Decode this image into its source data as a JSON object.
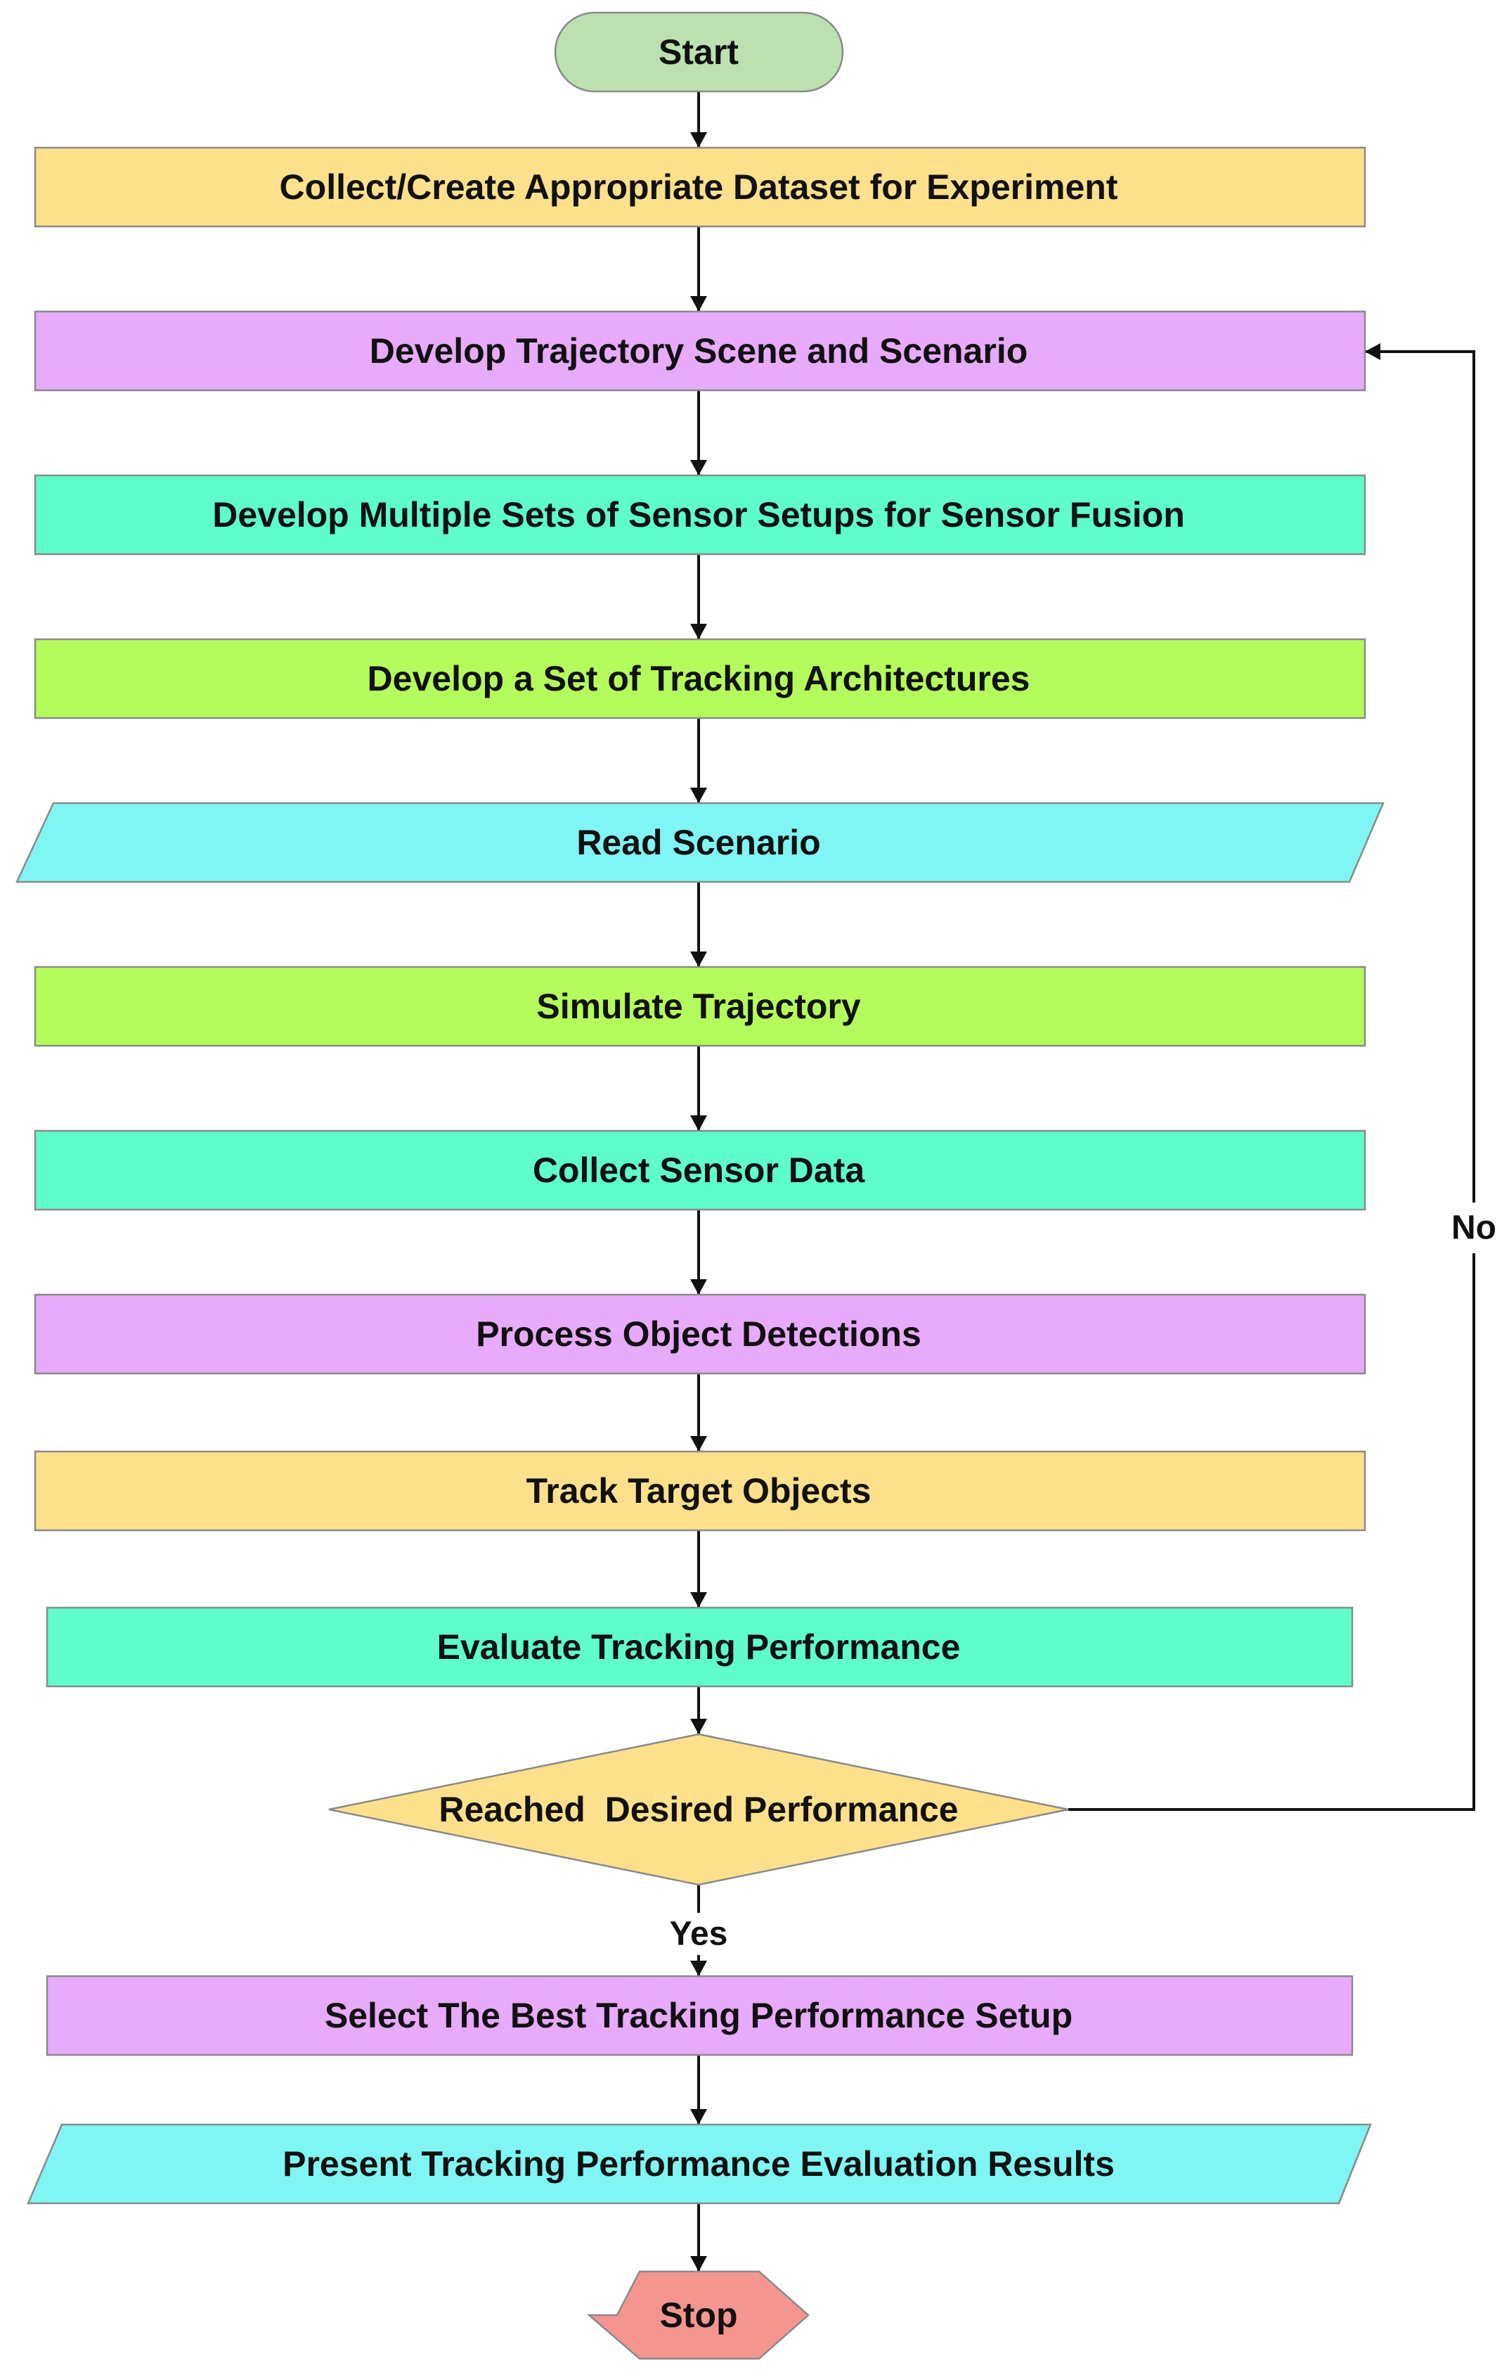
{
  "colors": {
    "terminal_start": "#bde0b0",
    "terminal_stop": "#f5958f",
    "yellow": "#fde08c",
    "violet": "#e8aafa",
    "teal": "#5efdcb",
    "lime": "#b4fc5c",
    "cyan": "#7ff6f3",
    "decision": "#fde08c",
    "arrow": "#111111"
  },
  "nodes": {
    "start": {
      "label": "Start",
      "shape": "terminal",
      "color": "terminal_start"
    },
    "collect_dataset": {
      "label": "Collect/Create Appropriate Dataset for Experiment",
      "shape": "process",
      "color": "yellow"
    },
    "develop_scene": {
      "label": "Develop Trajectory Scene and Scenario",
      "shape": "process",
      "color": "violet"
    },
    "develop_sensors": {
      "label": "Develop Multiple Sets of Sensor Setups for Sensor Fusion",
      "shape": "process",
      "color": "teal"
    },
    "develop_architectures": {
      "label": "Develop a Set of Tracking Architectures",
      "shape": "process",
      "color": "lime"
    },
    "read_scenario": {
      "label": "Read Scenario",
      "shape": "io",
      "color": "cyan"
    },
    "simulate": {
      "label": "Simulate Trajectory",
      "shape": "process",
      "color": "lime"
    },
    "collect_sensor": {
      "label": "Collect Sensor Data",
      "shape": "process",
      "color": "teal"
    },
    "process_detections": {
      "label": "Process Object Detections",
      "shape": "process",
      "color": "violet"
    },
    "track_objects": {
      "label": "Track Target Objects",
      "shape": "process",
      "color": "yellow"
    },
    "evaluate": {
      "label": "Evaluate Tracking Performance",
      "shape": "process",
      "color": "teal"
    },
    "decision": {
      "label": "Reached  Desired Performance",
      "shape": "decision",
      "color": "decision"
    },
    "select_best": {
      "label": "Select The Best Tracking Performance Setup",
      "shape": "process",
      "color": "violet"
    },
    "present_results": {
      "label": "Present Tracking Performance Evaluation Results",
      "shape": "io",
      "color": "cyan"
    },
    "stop": {
      "label": "Stop",
      "shape": "terminal-hex",
      "color": "terminal_stop"
    }
  },
  "edges": [
    {
      "from": "start",
      "to": "collect_dataset"
    },
    {
      "from": "collect_dataset",
      "to": "develop_scene"
    },
    {
      "from": "develop_scene",
      "to": "develop_sensors"
    },
    {
      "from": "develop_sensors",
      "to": "develop_architectures"
    },
    {
      "from": "develop_architectures",
      "to": "read_scenario"
    },
    {
      "from": "read_scenario",
      "to": "simulate"
    },
    {
      "from": "simulate",
      "to": "collect_sensor"
    },
    {
      "from": "collect_sensor",
      "to": "process_detections"
    },
    {
      "from": "process_detections",
      "to": "track_objects"
    },
    {
      "from": "track_objects",
      "to": "evaluate"
    },
    {
      "from": "evaluate",
      "to": "decision"
    },
    {
      "from": "decision",
      "to": "select_best",
      "label": "Yes"
    },
    {
      "from": "decision",
      "to": "develop_scene",
      "label": "No"
    },
    {
      "from": "select_best",
      "to": "present_results"
    },
    {
      "from": "present_results",
      "to": "stop"
    }
  ]
}
